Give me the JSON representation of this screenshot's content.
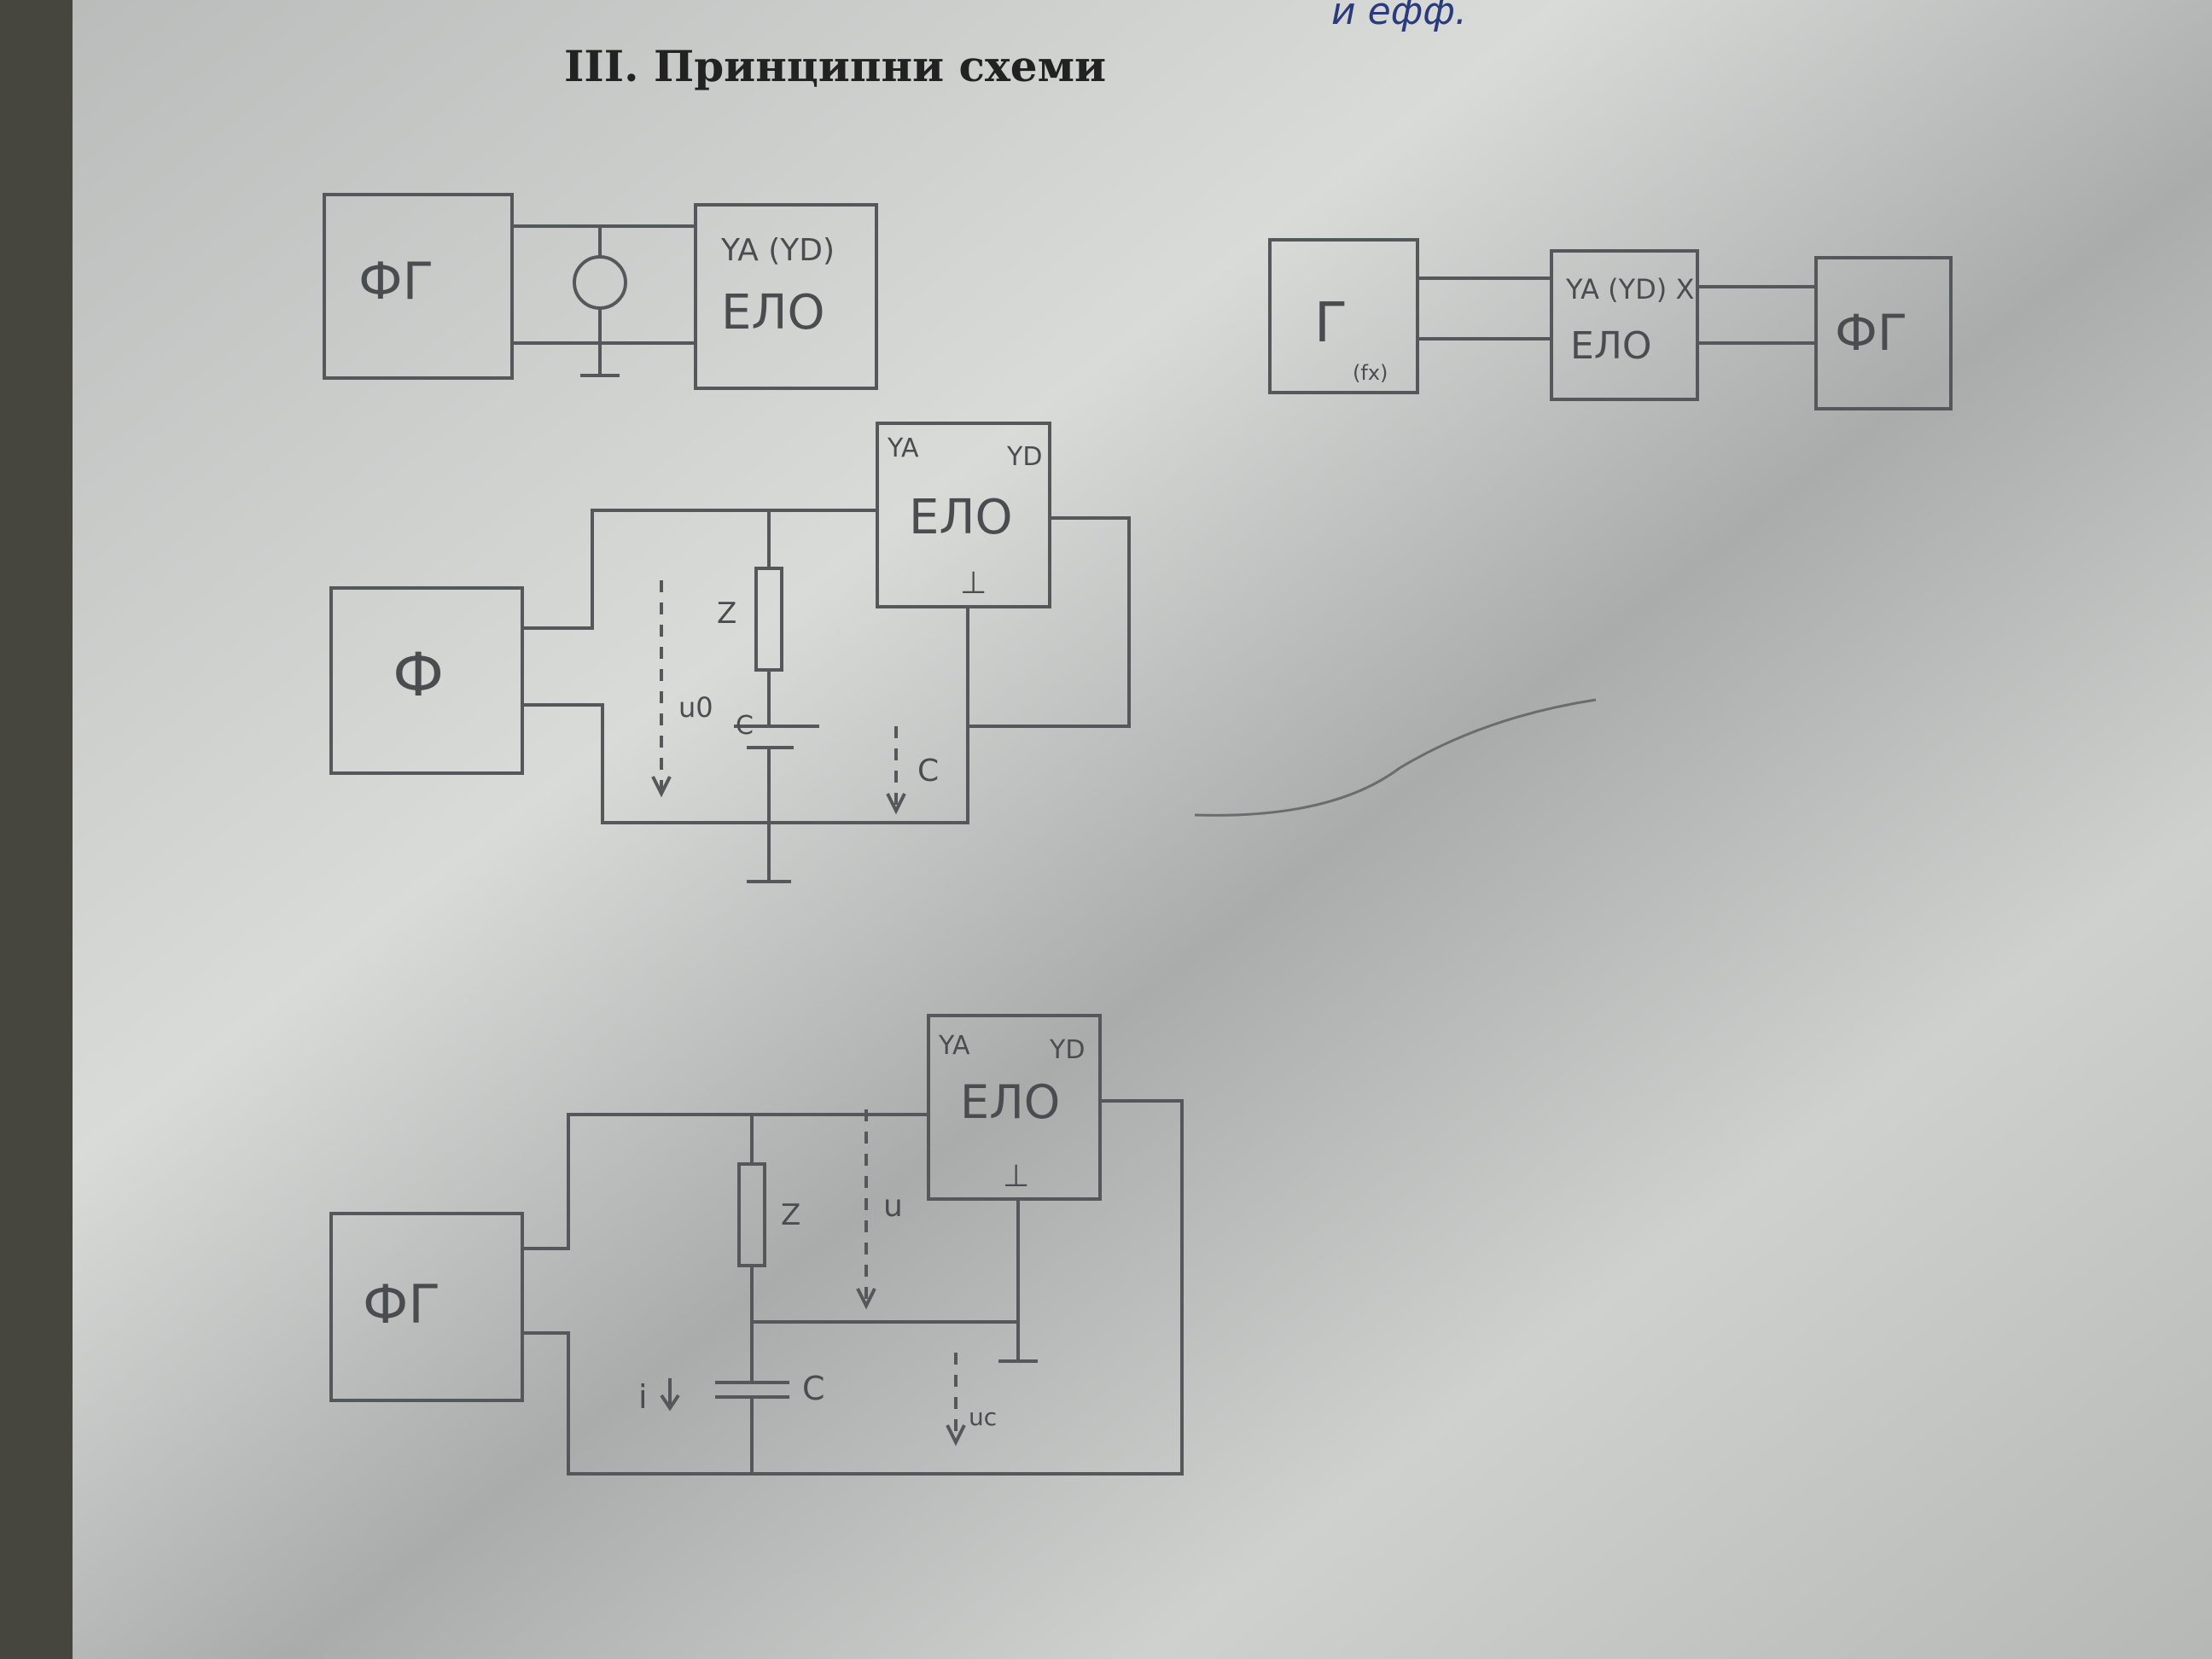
{
  "page": {
    "title": "III. Принципни схеми",
    "margin_note": "и ефф."
  },
  "diagram1": {
    "generator": "ФГ",
    "scope_inputs": "YA (YD)",
    "scope": "ЕЛО"
  },
  "diagram2": {
    "generator": "Г",
    "generator_sub": "(fx)",
    "scope_inputs": "YA (YD) X",
    "scope": "ЕЛО",
    "generator2": "ФГ"
  },
  "diagram3": {
    "generator": "Ф",
    "scope": "ЕЛО",
    "input_a": "YA",
    "input_d": "YD",
    "ground": "⊥",
    "impedance": "Z",
    "voltage": "u0",
    "capacitor_label": "C",
    "capacitor_top": "C"
  },
  "diagram4": {
    "generator": "ФГ",
    "scope": "ЕЛО",
    "input_a": "YA",
    "input_d": "YD",
    "ground": "⊥",
    "impedance": "Z",
    "voltage": "u",
    "current": "i",
    "capacitor": "C",
    "capacitor_voltage": "uc"
  },
  "colors": {
    "paper": "#c9cbc9",
    "ink": "#55585a",
    "background": "#3a3a36"
  }
}
